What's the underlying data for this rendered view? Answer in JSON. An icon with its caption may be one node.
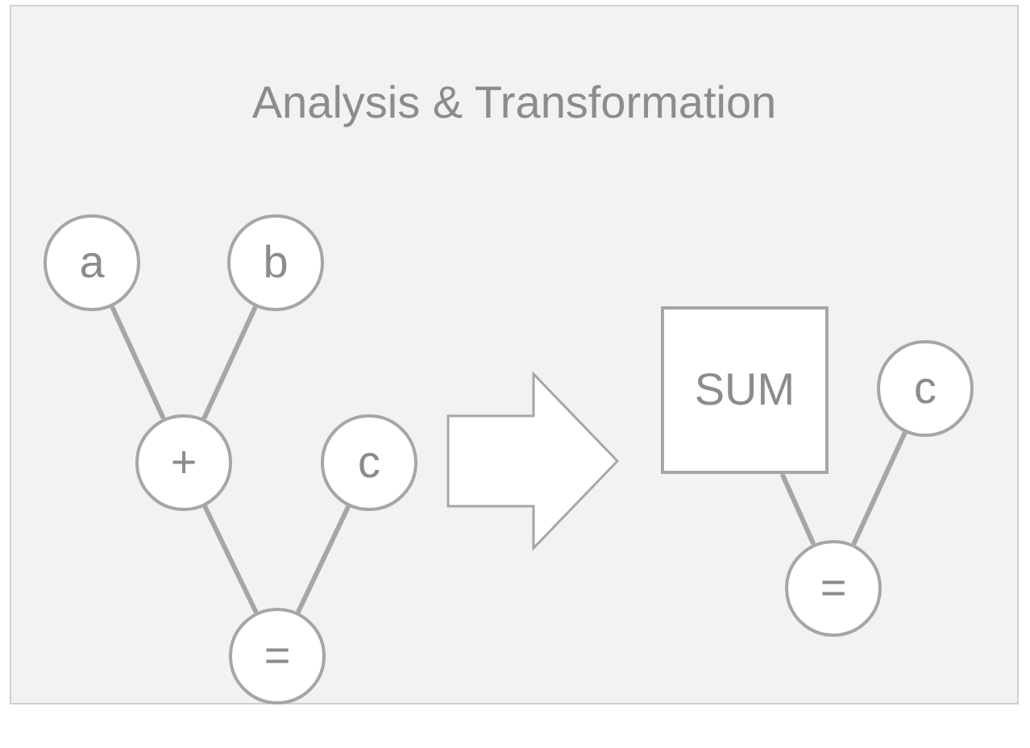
{
  "diagram": {
    "title": "Analysis & Transformation",
    "nodes": [
      {
        "text": [
          "a"
        ]
      },
      {
        "text": [
          "b"
        ]
      },
      {
        "text": [
          "+"
        ]
      },
      {
        "text": [
          "c"
        ]
      },
      {
        "text": [
          "="
        ]
      },
      {
        "text": [
          "SUM"
        ]
      },
      {
        "text": [
          "c"
        ]
      },
      {
        "text": [
          "="
        ]
      }
    ],
    "edges": [
      {
        "from": 0,
        "to": 2,
        "arrow": "none"
      },
      {
        "from": 1,
        "to": 2,
        "arrow": "none"
      },
      {
        "from": 2,
        "to": 4,
        "arrow": "none"
      },
      {
        "from": 3,
        "to": 4,
        "arrow": "none"
      },
      {
        "from": 5,
        "to": 7,
        "arrow": "none"
      },
      {
        "from": 6,
        "to": 7,
        "arrow": "none"
      },
      {
        "from": 3,
        "to": 5,
        "arrow": "to",
        "style": "thick"
      }
    ]
  }
}
